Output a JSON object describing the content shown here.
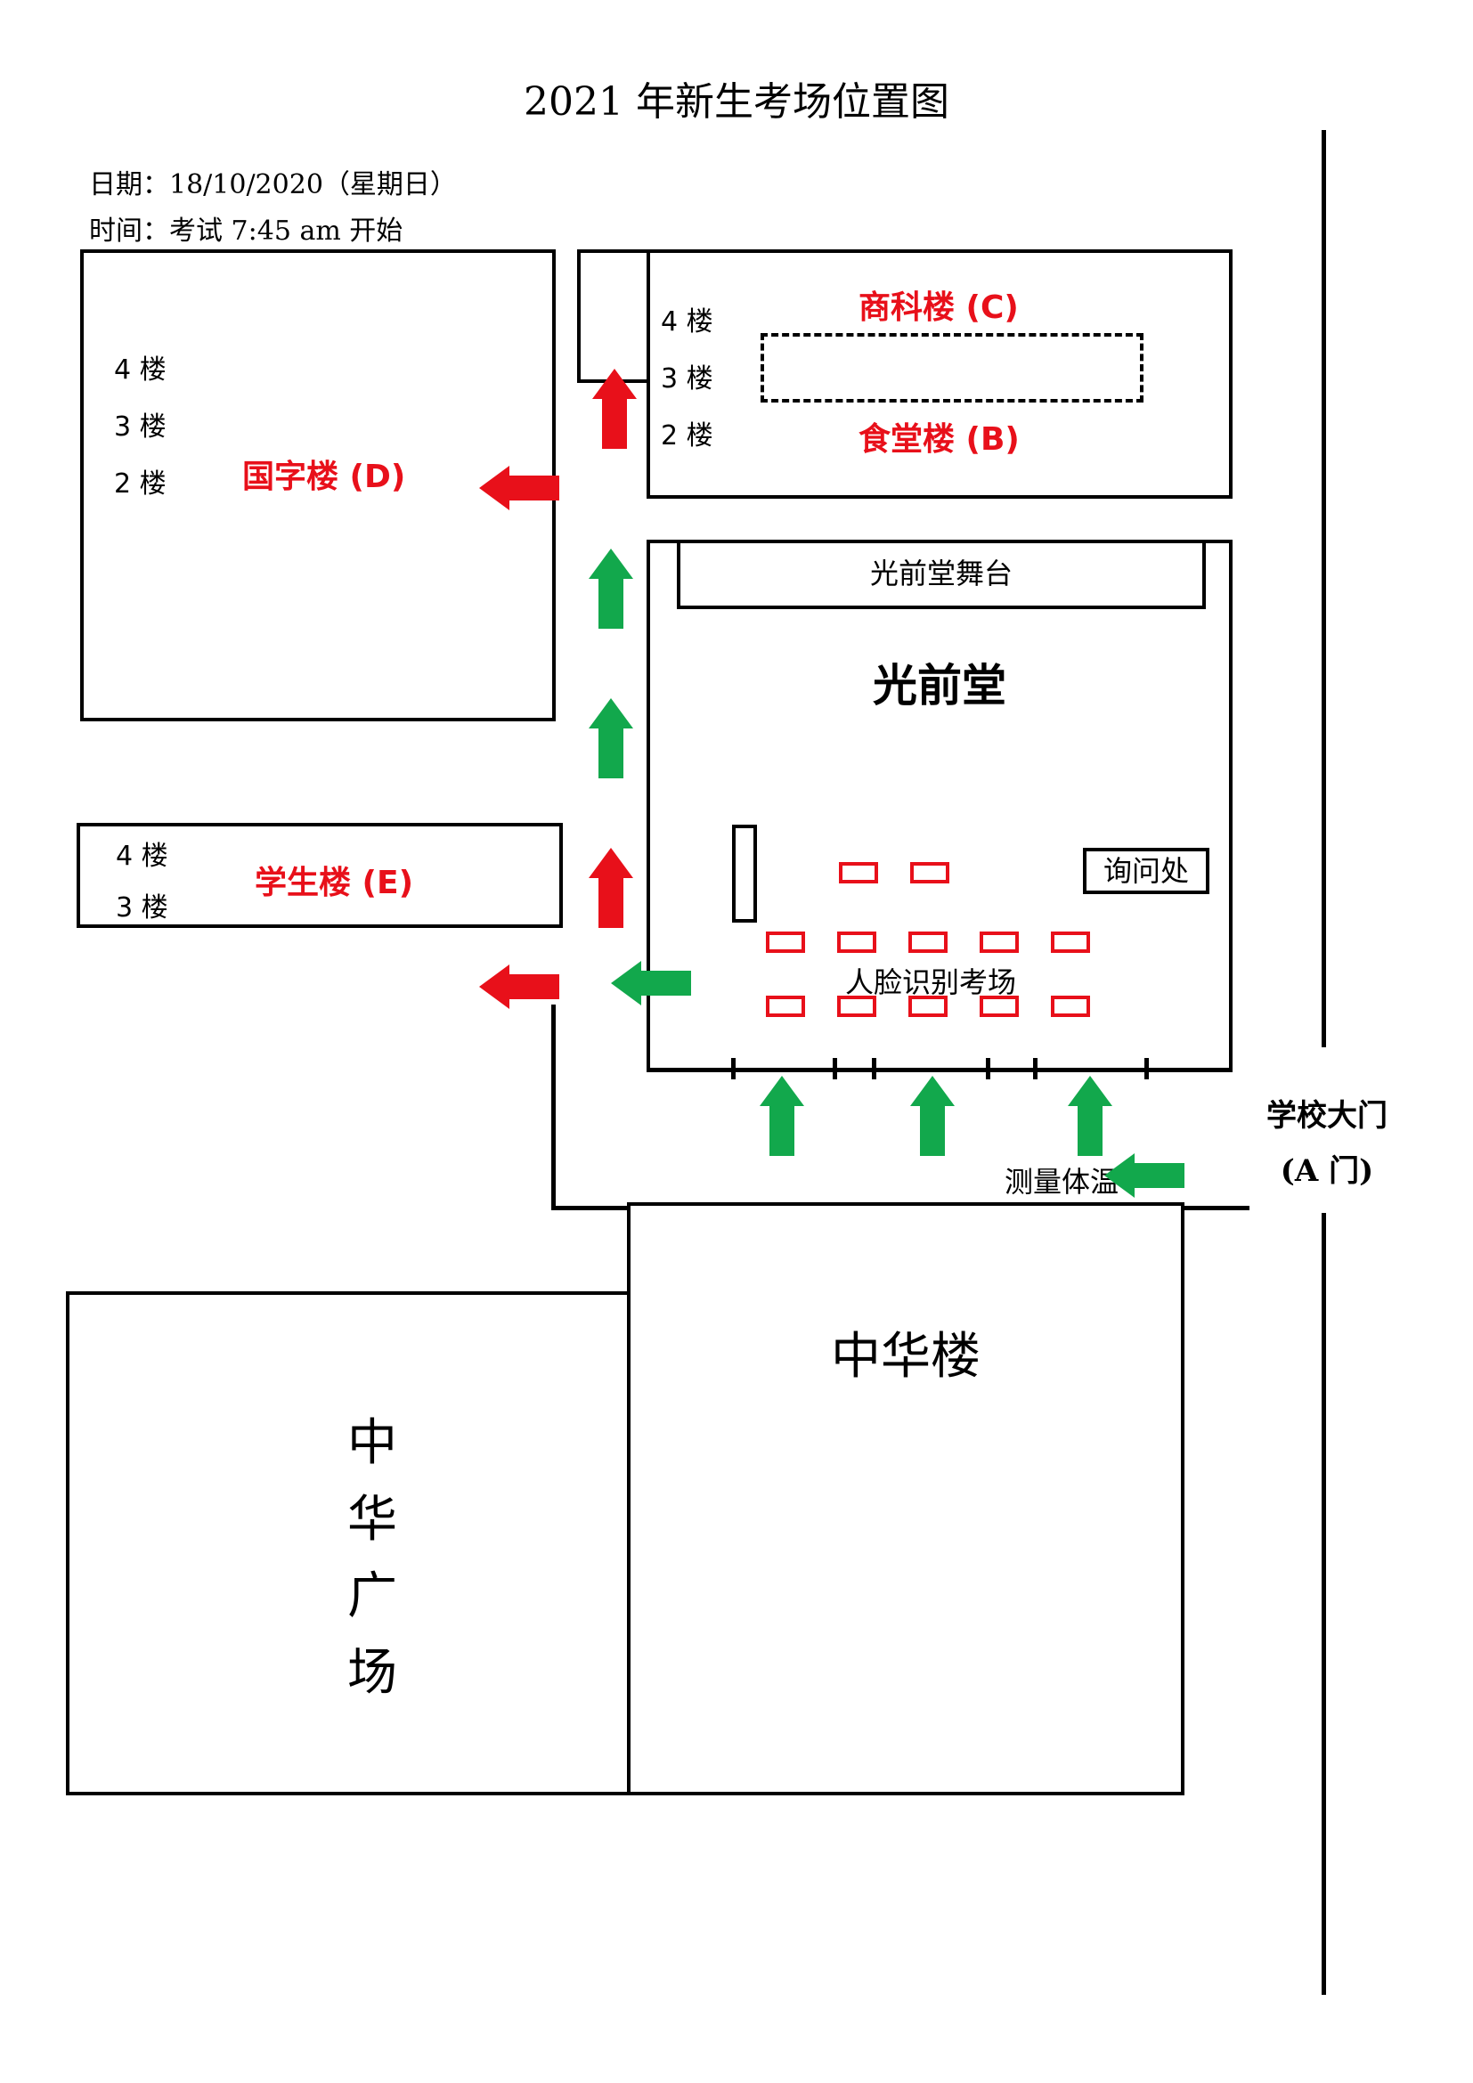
{
  "title": "2021 年新生考场位置图",
  "date_line": "日期：18/10/2020（星期日）",
  "time_line": "时间：考试 7:45 am 开始",
  "colors": {
    "route_red": "#e8101a",
    "route_green": "#12a84c",
    "outline": "#000000"
  },
  "buildings": {
    "guozi": {
      "name": "国字楼 (D)",
      "floors": [
        "4 楼",
        "3 楼",
        "2 楼"
      ]
    },
    "shangke": {
      "name": "商科楼 (C)",
      "floors": [
        "4 楼",
        "3 楼",
        "2 楼"
      ]
    },
    "shitang": {
      "name": "食堂楼 (B)"
    },
    "xuesheng": {
      "name": "学生楼 (E)",
      "floors": [
        "4 楼",
        "3 楼"
      ]
    },
    "guangqian": {
      "name": "光前堂",
      "stage": "光前堂舞台",
      "inquiry": "询问处",
      "exam_area": "人脸识别考场",
      "desk_rows": [
        2,
        5,
        5
      ]
    },
    "zhonghua_lou": {
      "name": "中华楼"
    },
    "zhonghua_plaza": {
      "name_chars": [
        "中",
        "华",
        "广",
        "场"
      ]
    }
  },
  "temperature_check": "测量体温",
  "gate": {
    "line1": "学校大门",
    "line2": "(A 门)"
  },
  "arrows": [
    {
      "color": "green",
      "direction": "up",
      "id": "enter-1"
    },
    {
      "color": "green",
      "direction": "up",
      "id": "enter-2"
    },
    {
      "color": "green",
      "direction": "up",
      "id": "enter-3"
    },
    {
      "color": "green",
      "direction": "left",
      "id": "from-gate"
    },
    {
      "color": "green",
      "direction": "left",
      "id": "exit-hall"
    },
    {
      "color": "red",
      "direction": "left",
      "id": "to-E"
    },
    {
      "color": "red",
      "direction": "up",
      "id": "up-E"
    },
    {
      "color": "green",
      "direction": "up",
      "id": "path-1"
    },
    {
      "color": "green",
      "direction": "up",
      "id": "path-2"
    },
    {
      "color": "red",
      "direction": "up",
      "id": "to-BC"
    },
    {
      "color": "red",
      "direction": "left",
      "id": "to-D"
    }
  ]
}
